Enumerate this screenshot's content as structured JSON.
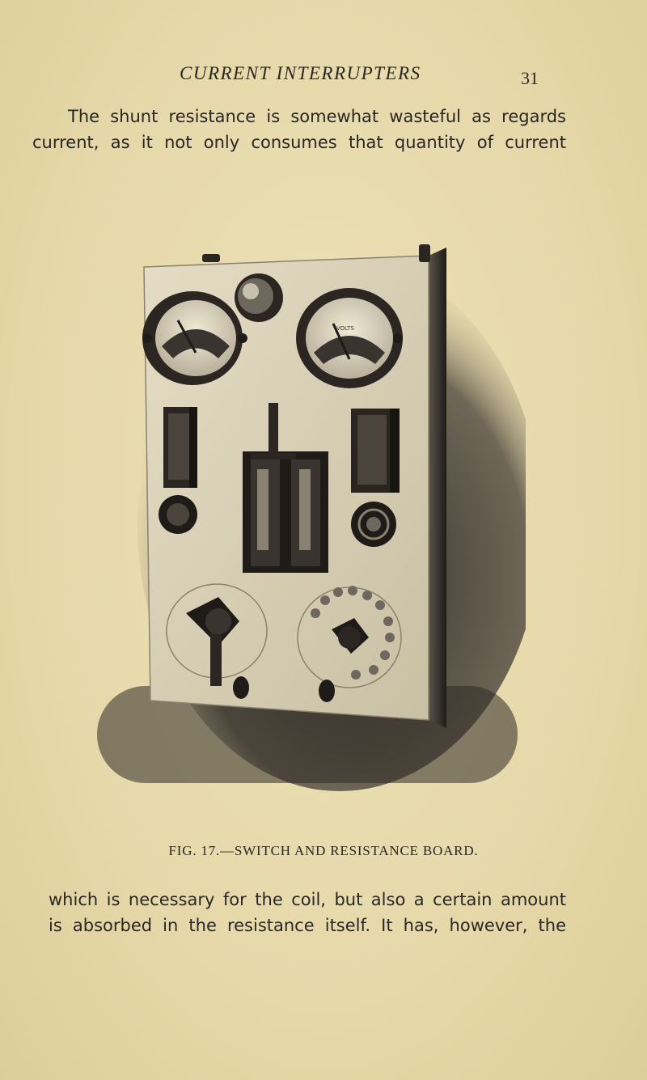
{
  "running_head": "CURRENT INTERRUPTERS",
  "page_number": "31",
  "paragraph_top": [
    "The shunt resistance is somewhat wasteful as regards",
    "current, as it not only consumes that quantity of current"
  ],
  "figure": {
    "caption": "FIG. 17.—SWITCH AND RESISTANCE BOARD.",
    "meter_dial_label": "VOLTS"
  },
  "paragraph_bottom": [
    "which is necessary for the coil, but also a certain amount",
    "is absorbed in the resistance itself.  It has, however, the"
  ]
}
